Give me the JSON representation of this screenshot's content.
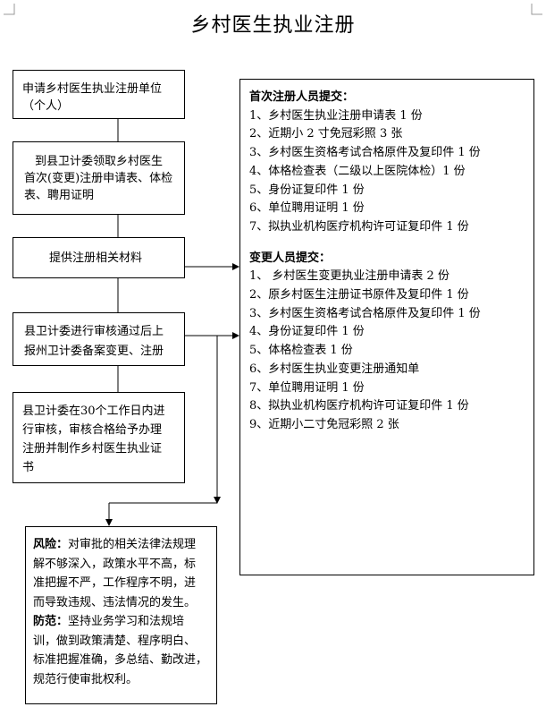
{
  "title": "乡村医生执业注册",
  "flow": {
    "step1": [
      "申请乡村医生执业注册单位",
      "（个人）"
    ],
    "step2": [
      "到县卫计委领取乡村医生",
      "首次(变更)注册申请表、体检",
      "表、聘用证明"
    ],
    "step3": [
      "提供注册相关材料"
    ],
    "step4": [
      "县卫计委进行审核通过后上",
      "报州卫计委备案变更、注册"
    ],
    "step5": [
      "县卫计委在30个工作日内进",
      "行审核，审核合格给予办理",
      "注册并制作乡村医生执业证",
      "书"
    ]
  },
  "materials": {
    "first_heading": "首次注册人员提交：",
    "first_items": [
      "1、乡村医生执业注册申请表 1 份",
      "2、近期小 2 寸免冠彩照 3 张",
      "3、乡村医生资格考试合格原件及复印件 1 份",
      "4、体格检查表（二级以上医院体检）1 份",
      "5、身份证复印件 1 份",
      "6、单位聘用证明 1 份",
      "7、拟执业机构医疗机构许可证复印件 1 份"
    ],
    "change_heading": "变更人员提交：",
    "change_items": [
      "1、 乡村医生变更执业注册申请表 2 份",
      "2、原乡村医生注册证书原件及复印件 1 份",
      "3、乡村医生资格考试合格原件及复印件 1 份",
      "4、身份证复印件 1 份",
      "5、体格检查表 1 份",
      "6、乡村医生执业变更注册通知单",
      "7、单位聘用证明 1 份",
      "8、拟执业机构医疗机构许可证复印件 1 份",
      "9、近期小二寸免冠彩照 2 张"
    ]
  },
  "risk": {
    "risk_label": "风险：",
    "risk_lines": [
      "对审批的相关法律法规理",
      "解不够深入，政策水平不高，标",
      "准把握不严，工作程序不明，进",
      "而导致违规、违法情况的发生。"
    ],
    "prevent_label": "防范：",
    "prevent_lines": [
      "坚持业务学习和法规培",
      "训，做到政策清楚、程序明白、",
      "标准把握准确，多总结、勤改进，",
      "规范行使审批权利。"
    ]
  }
}
